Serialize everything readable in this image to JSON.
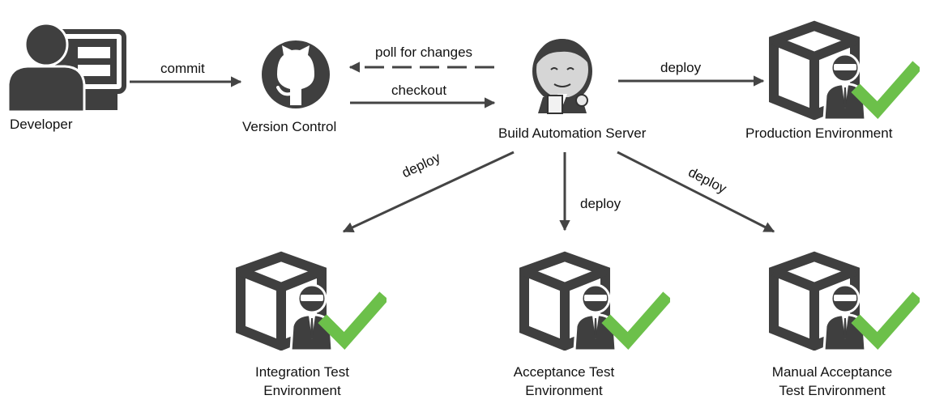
{
  "nodes": {
    "developer": {
      "label": "Developer",
      "icon": "developer-workstation-icon"
    },
    "version_control": {
      "label": "Version Control",
      "icon": "github-octocat-icon"
    },
    "build_server": {
      "label": "Build Automation Server",
      "icon": "jenkins-butler-icon"
    },
    "production": {
      "label": "Production Environment",
      "icon": "environment-box-icon"
    },
    "integration": {
      "label_line1": "Integration Test",
      "label_line2": "Environment",
      "icon": "environment-box-icon"
    },
    "acceptance": {
      "label_line1": "Acceptance Test",
      "label_line2": "Environment",
      "icon": "environment-box-icon"
    },
    "manual": {
      "label_line1": "Manual Acceptance",
      "label_line2": "Test Environment",
      "icon": "environment-box-icon"
    }
  },
  "edges": {
    "commit": "commit",
    "poll": "poll for changes",
    "checkout": "checkout",
    "deploy_production": "deploy",
    "deploy_integration": "deploy",
    "deploy_acceptance": "deploy",
    "deploy_manual": "deploy"
  },
  "colors": {
    "icon": "#3f3f3f",
    "arrow": "#444444",
    "check": "#6cc04a"
  }
}
